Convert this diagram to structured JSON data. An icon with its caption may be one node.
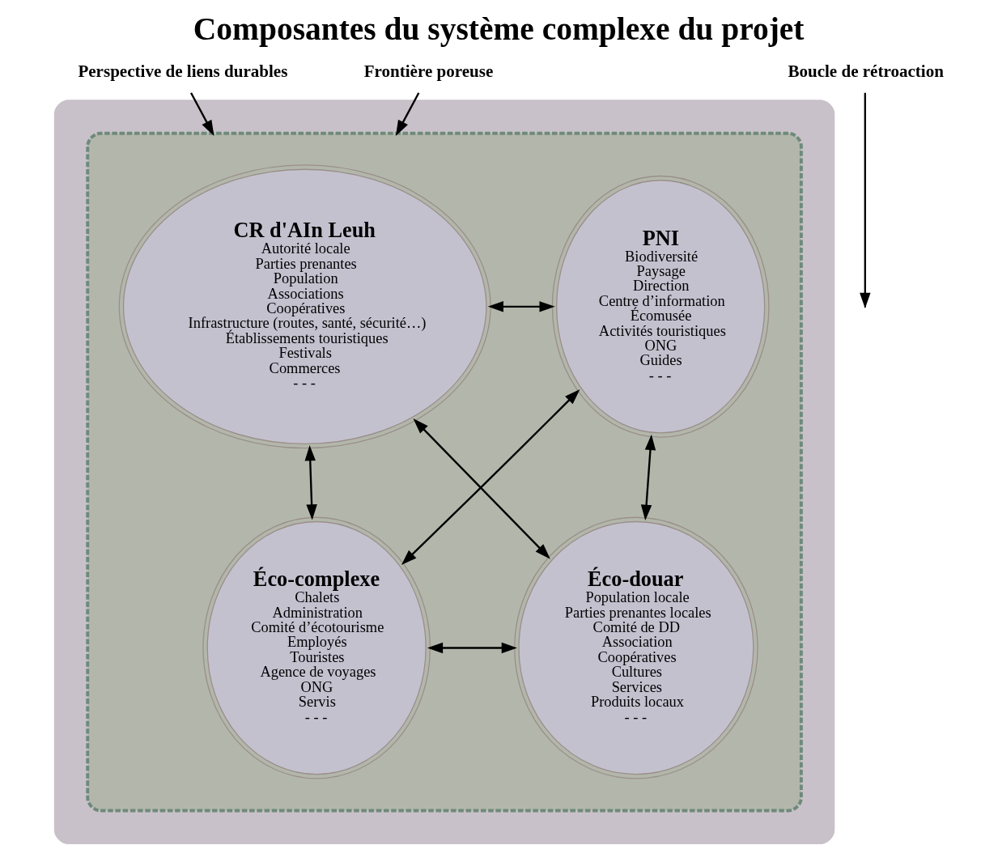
{
  "diagram": {
    "title": "Composantes du système complexe du projet",
    "nodes": [
      {
        "text": [],
        "shape": "ellipse"
      },
      {
        "text": [],
        "shape": "ellipse",
        "in": 0
      },
      {
        "text": [
          "CR d'AIn Leuh",
          "Autorité locale",
          "Parties prenantes",
          "Population",
          "Associations",
          "Coopératives",
          "Infrastructure (routes, santé, sécurité…)",
          "Établissements touristiques",
          "Festivals",
          "Commerces",
          "- - -"
        ],
        "in": 1
      },
      {
        "text": [
          "PNI",
          "Biodiversité",
          "Paysage",
          "Direction",
          "Centre d’information",
          "Écomusée",
          "Activités touristiques",
          "ONG",
          "Guides",
          "- - -"
        ],
        "in": 1
      },
      {
        "text": [
          "Éco-complexe",
          "Chalets",
          "Administration",
          "Comité d’écotourisme",
          "Employés",
          "Touristes",
          "Agence de voyages",
          "ONG",
          "Servis",
          "- - -"
        ],
        "in": 1
      },
      {
        "text": [
          "Éco-douar",
          "Population locale",
          "Parties prenantes locales",
          "Comité de DD",
          "Association",
          "Coopératives",
          "Cultures",
          "Services",
          "Produits locaux",
          "- - -"
        ],
        "in": 1
      },
      {
        "text": [
          "Perspective de liens durables"
        ]
      },
      {
        "text": [
          "Boucle de rétroaction"
        ]
      },
      {
        "text": [
          "Frontière poreuse"
        ]
      }
    ],
    "edges": [
      {
        "from": 2,
        "to": 3,
        "arrow": "both"
      },
      {
        "from": 2,
        "to": 4,
        "arrow": "both"
      },
      {
        "from": 3,
        "to": 5,
        "arrow": "both"
      },
      {
        "from": 4,
        "to": 5,
        "arrow": "both"
      },
      {
        "from": 2,
        "to": 5,
        "arrow": "both"
      },
      {
        "from": 3,
        "to": 4,
        "arrow": "both"
      },
      {
        "from": 6,
        "to": 1,
        "arrow": "to"
      },
      {
        "from": 7,
        "to": null,
        "arrow": "to"
      },
      {
        "from": 8,
        "to": 1,
        "arrow": "to"
      }
    ]
  }
}
